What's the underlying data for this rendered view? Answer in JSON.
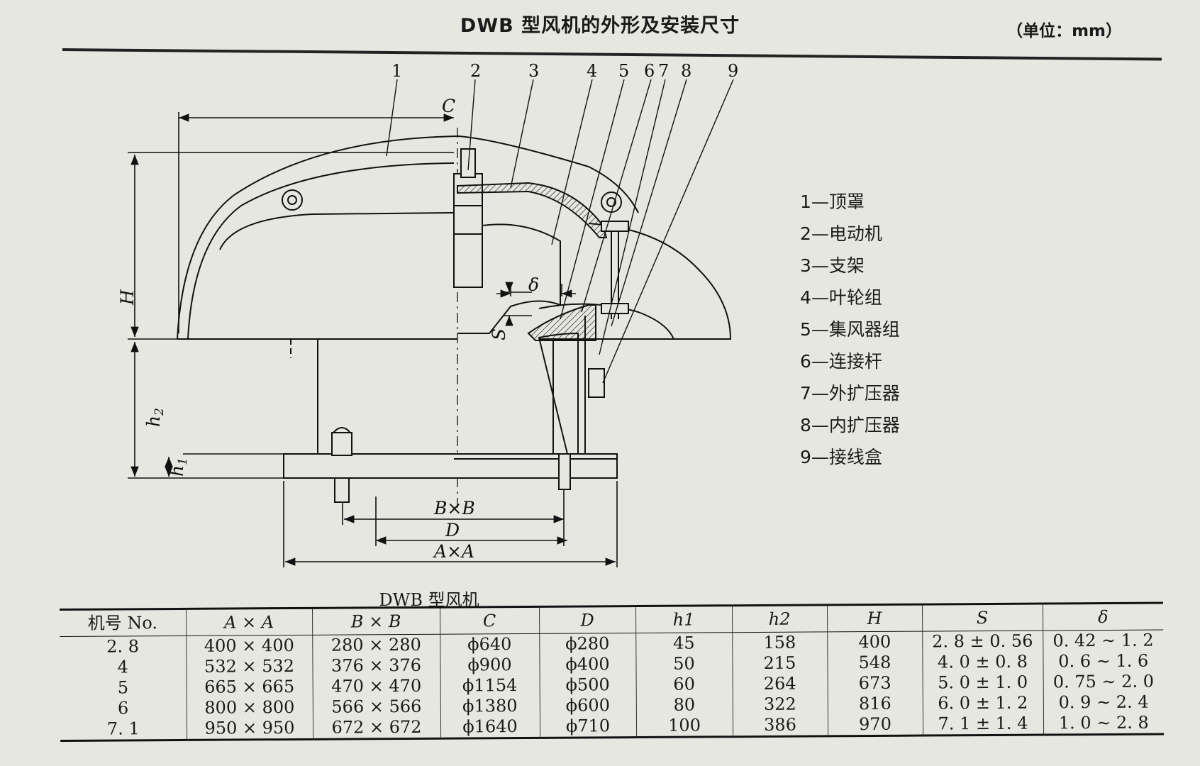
{
  "header": {
    "title": "DWB 型风机的外形及安装尺寸",
    "unit": "（单位：mm）"
  },
  "diagram": {
    "callouts": [
      "1",
      "2",
      "3",
      "4",
      "5",
      "6",
      "7",
      "8",
      "9"
    ],
    "dims": {
      "C": "C",
      "H": "H",
      "h2": "h",
      "h2_sub": "2",
      "h1": "h",
      "h1_sub": "1",
      "delta": "δ",
      "S": "S",
      "BxB": "B×B",
      "D": "D",
      "AxA": "A×A"
    }
  },
  "legend": [
    "1—顶罩",
    "2—电动机",
    "3—支架",
    "4—叶轮组",
    "5—集风器组",
    "6—连接杆",
    "7—外扩压器",
    "8—内扩压器",
    "9—接线盒"
  ],
  "table": {
    "caption": "DWB 型风机",
    "headers": [
      "机号 No.",
      "A × A",
      "B × B",
      "C",
      "D",
      "h1",
      "h2",
      "H",
      "S",
      "δ"
    ],
    "rows": [
      [
        "2. 8",
        "400 × 400",
        "280 × 280",
        "ϕ640",
        "ϕ280",
        "45",
        "158",
        "400",
        "2. 8 ± 0. 56",
        "0. 42 ~ 1. 2"
      ],
      [
        "4",
        "532 × 532",
        "376 × 376",
        "ϕ900",
        "ϕ400",
        "50",
        "215",
        "548",
        "4. 0 ± 0. 8",
        "0. 6 ~ 1. 6"
      ],
      [
        "5",
        "665 × 665",
        "470 × 470",
        "ϕ1154",
        "ϕ500",
        "60",
        "264",
        "673",
        "5. 0 ± 1. 0",
        "0. 75 ~ 2. 0"
      ],
      [
        "6",
        "800 × 800",
        "566 × 566",
        "ϕ1380",
        "ϕ600",
        "80",
        "322",
        "816",
        "6. 0 ± 1. 2",
        "0. 9 ~ 2. 4"
      ],
      [
        "7. 1",
        "950 × 950",
        "672 × 672",
        "ϕ1640",
        "ϕ710",
        "100",
        "386",
        "970",
        "7. 1 ± 1. 4",
        "1. 0 ~ 2. 8"
      ]
    ]
  }
}
